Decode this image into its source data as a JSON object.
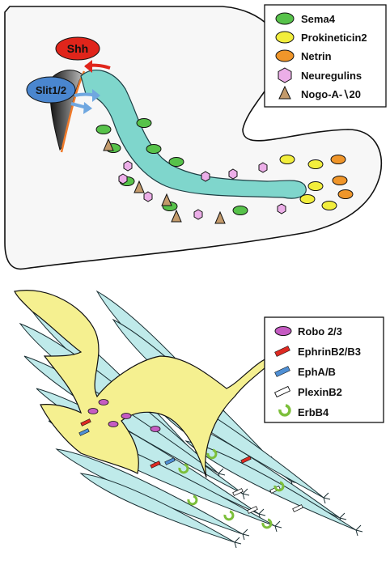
{
  "panel_top": {
    "signals": {
      "shh": "Shh",
      "slit": "Slit1/2"
    },
    "legend": [
      {
        "shape": "ellipse",
        "color": "#57c24a",
        "label": "Sema4"
      },
      {
        "shape": "ellipse",
        "color": "#f2ee3c",
        "label": "Prokineticin2"
      },
      {
        "shape": "ellipse",
        "color": "#f0962a",
        "label": "Netrin"
      },
      {
        "shape": "hexagon",
        "color": "#ecaee8",
        "label": "Neuregulins"
      },
      {
        "shape": "triangle",
        "color": "#c39a6b",
        "label": "Nogo-A-∖20"
      }
    ]
  },
  "panel_bottom": {
    "legend": [
      {
        "shape": "ellipse",
        "color": "#c55bc2",
        "label": "Robo 2/3"
      },
      {
        "shape": "bar",
        "color": "#dd2a22",
        "label": "EphrinB2/B3"
      },
      {
        "shape": "bar",
        "color": "#4f8fd4",
        "label": "EphA/B"
      },
      {
        "shape": "bar",
        "color": "#ffffff",
        "label": "PlexinB2"
      },
      {
        "shape": "cup",
        "color": "#7cbf3a",
        "label": "ErbB4"
      }
    ]
  },
  "colors": {
    "stream": "#7fd6cc",
    "cells": "#bfeaea",
    "glia": "#f5f090",
    "brain_fill": "#f7f7f7",
    "shh": "#e0251b",
    "slit": "#4a86cf",
    "ventricle": "#444444",
    "orange_line": "#f07a2a"
  }
}
